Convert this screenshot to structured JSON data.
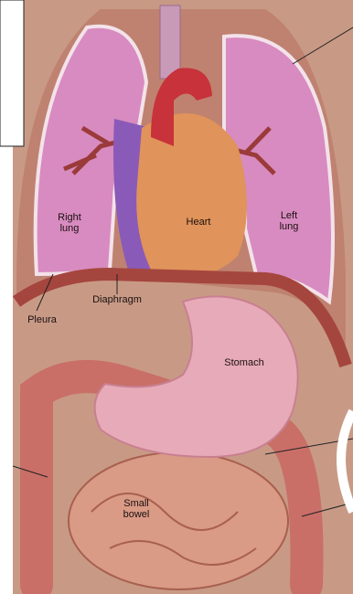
{
  "labels": {
    "right_lung": "Right\nlung",
    "heart": "Heart",
    "left_lung": "Left\nlung",
    "diaphragm": "Diaphragm",
    "pleura": "Pleura",
    "stomach": "Stomach",
    "small_bowel": "Small\nbowel"
  },
  "colors": {
    "skin": "#c89a86",
    "lung": "#d88bc0",
    "heart": "#e0935a",
    "aorta": "#c8323a",
    "vein": "#8a5ab8",
    "stomach": "#e7aab8",
    "bowel": "#c96f68",
    "trachea": "#c89ab8"
  }
}
